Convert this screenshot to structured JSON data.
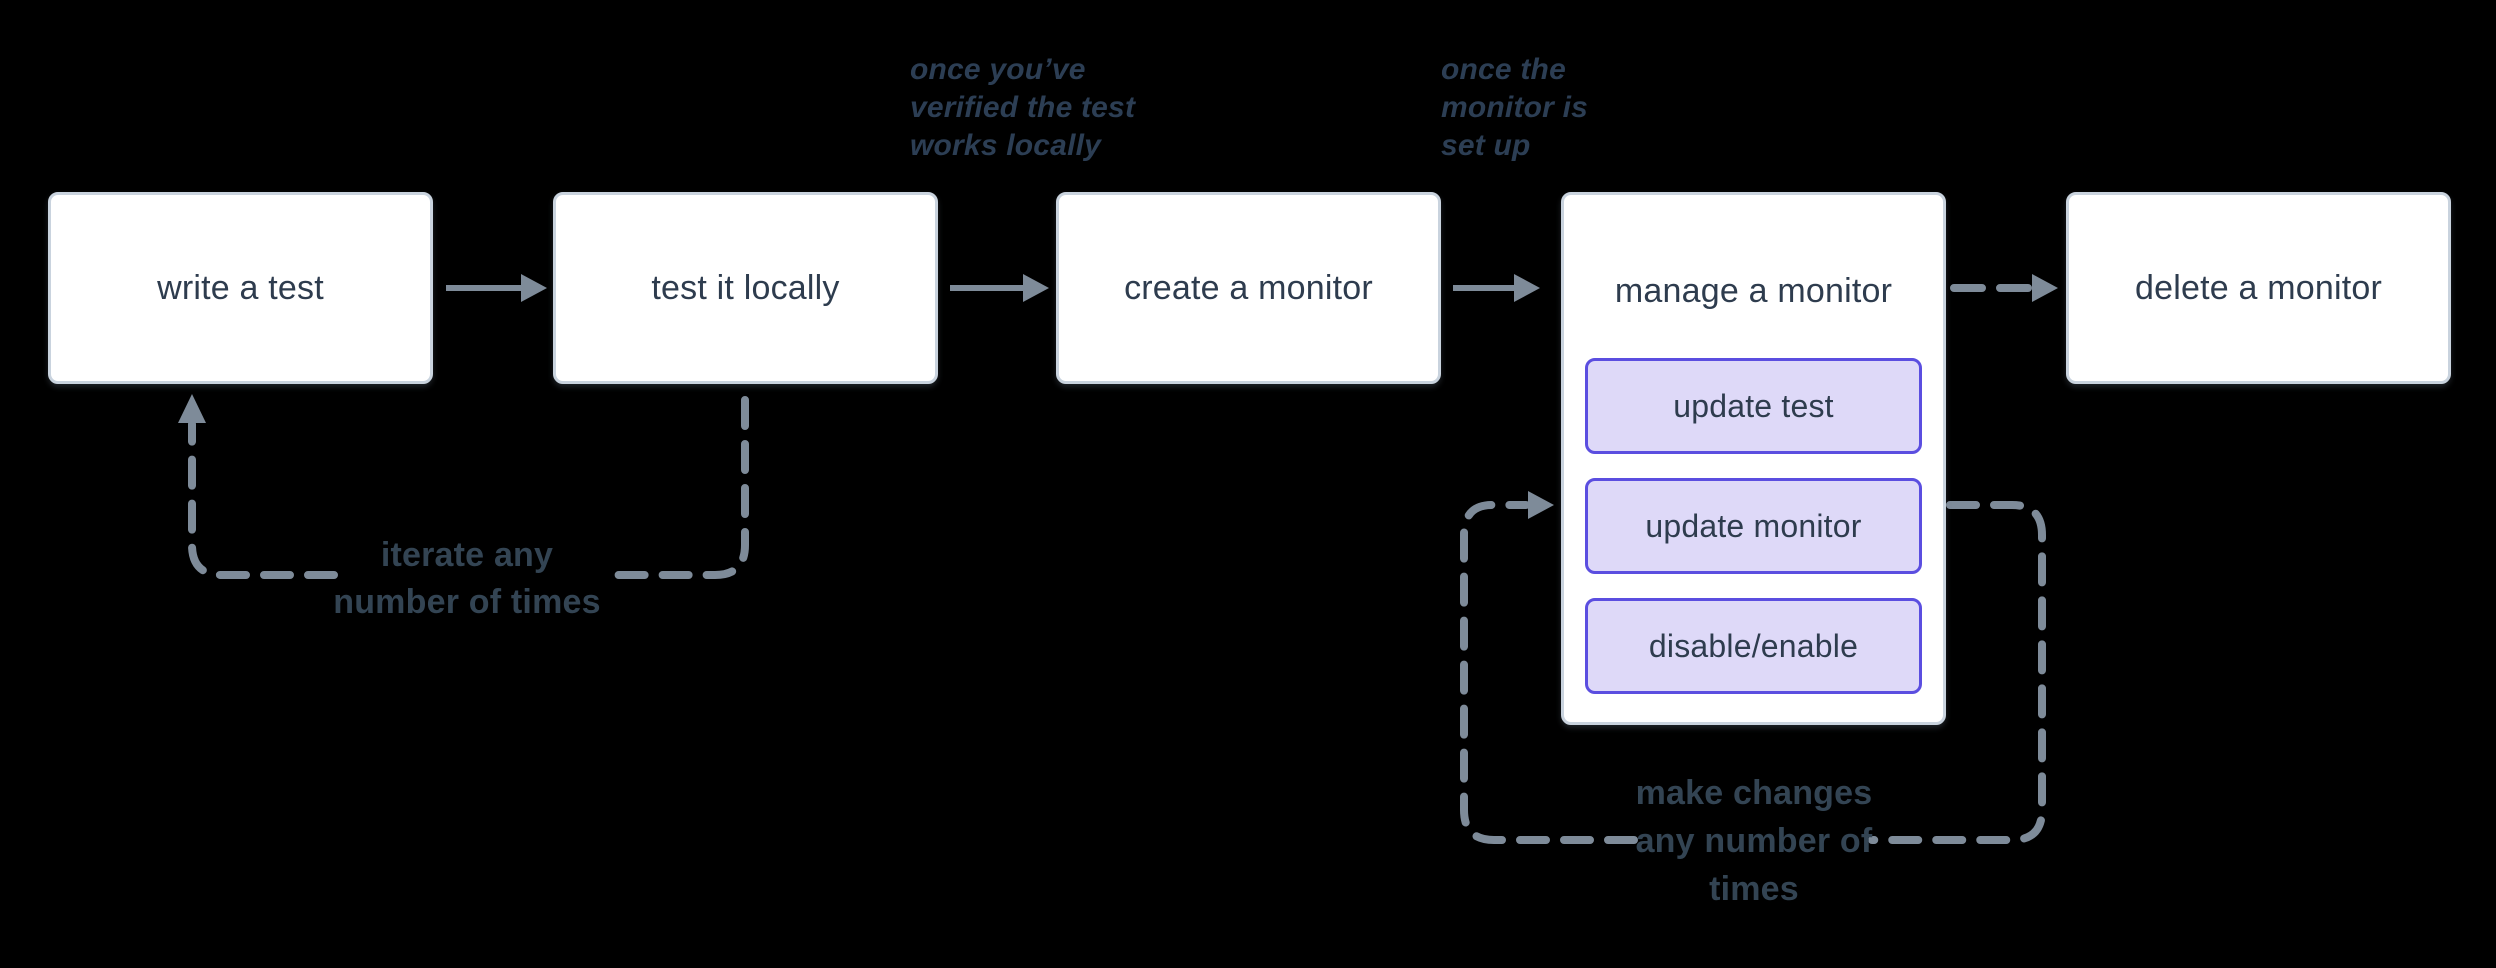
{
  "diagram": {
    "background": "#000000",
    "type": "flowchart",
    "flow_direction": "left-to-right"
  },
  "colors": {
    "box_fill": "#ffffff",
    "box_border": "#c9d3de",
    "box_text": "#2e3c4e",
    "sub_box_fill": "#ded9f8",
    "sub_box_border": "#5b4ee0",
    "connector_grey": "#7e8b99",
    "annotation_text": "#2c3e54",
    "loop_label_text": "#334453"
  },
  "boxes": [
    {
      "id": "write-a-test",
      "label": "write a test"
    },
    {
      "id": "test-it-locally",
      "label": "test it locally"
    },
    {
      "id": "create-a-monitor",
      "label": "create a monitor"
    },
    {
      "id": "manage-a-monitor",
      "label": "manage a monitor",
      "children": [
        {
          "id": "update-test",
          "label": "update test"
        },
        {
          "id": "update-monitor",
          "label": "update monitor"
        },
        {
          "id": "disable-enable",
          "label": "disable/enable"
        }
      ]
    },
    {
      "id": "delete-a-monitor",
      "label": "delete a monitor"
    }
  ],
  "annotations": [
    {
      "id": "once-youve-verified",
      "lines": [
        "once you’ve",
        "verified the test",
        "works locally"
      ]
    },
    {
      "id": "once-the-monitor",
      "lines": [
        "once the",
        "monitor is",
        "set up"
      ]
    }
  ],
  "loops": [
    {
      "id": "iterate-loop",
      "from": "test it locally",
      "to": "write a test",
      "label_lines": [
        "iterate any",
        "number of times"
      ]
    },
    {
      "id": "make-changes-loop",
      "from": "manage a monitor",
      "to": "manage a monitor",
      "label_lines": [
        "make changes",
        "any number of",
        "times"
      ]
    }
  ],
  "connectors": [
    {
      "id": "write-to-test",
      "style": "solid-arrow"
    },
    {
      "id": "test-to-create",
      "style": "solid-arrow"
    },
    {
      "id": "create-to-manage",
      "style": "solid-arrow"
    },
    {
      "id": "manage-to-delete",
      "style": "dashed-arrow"
    }
  ]
}
